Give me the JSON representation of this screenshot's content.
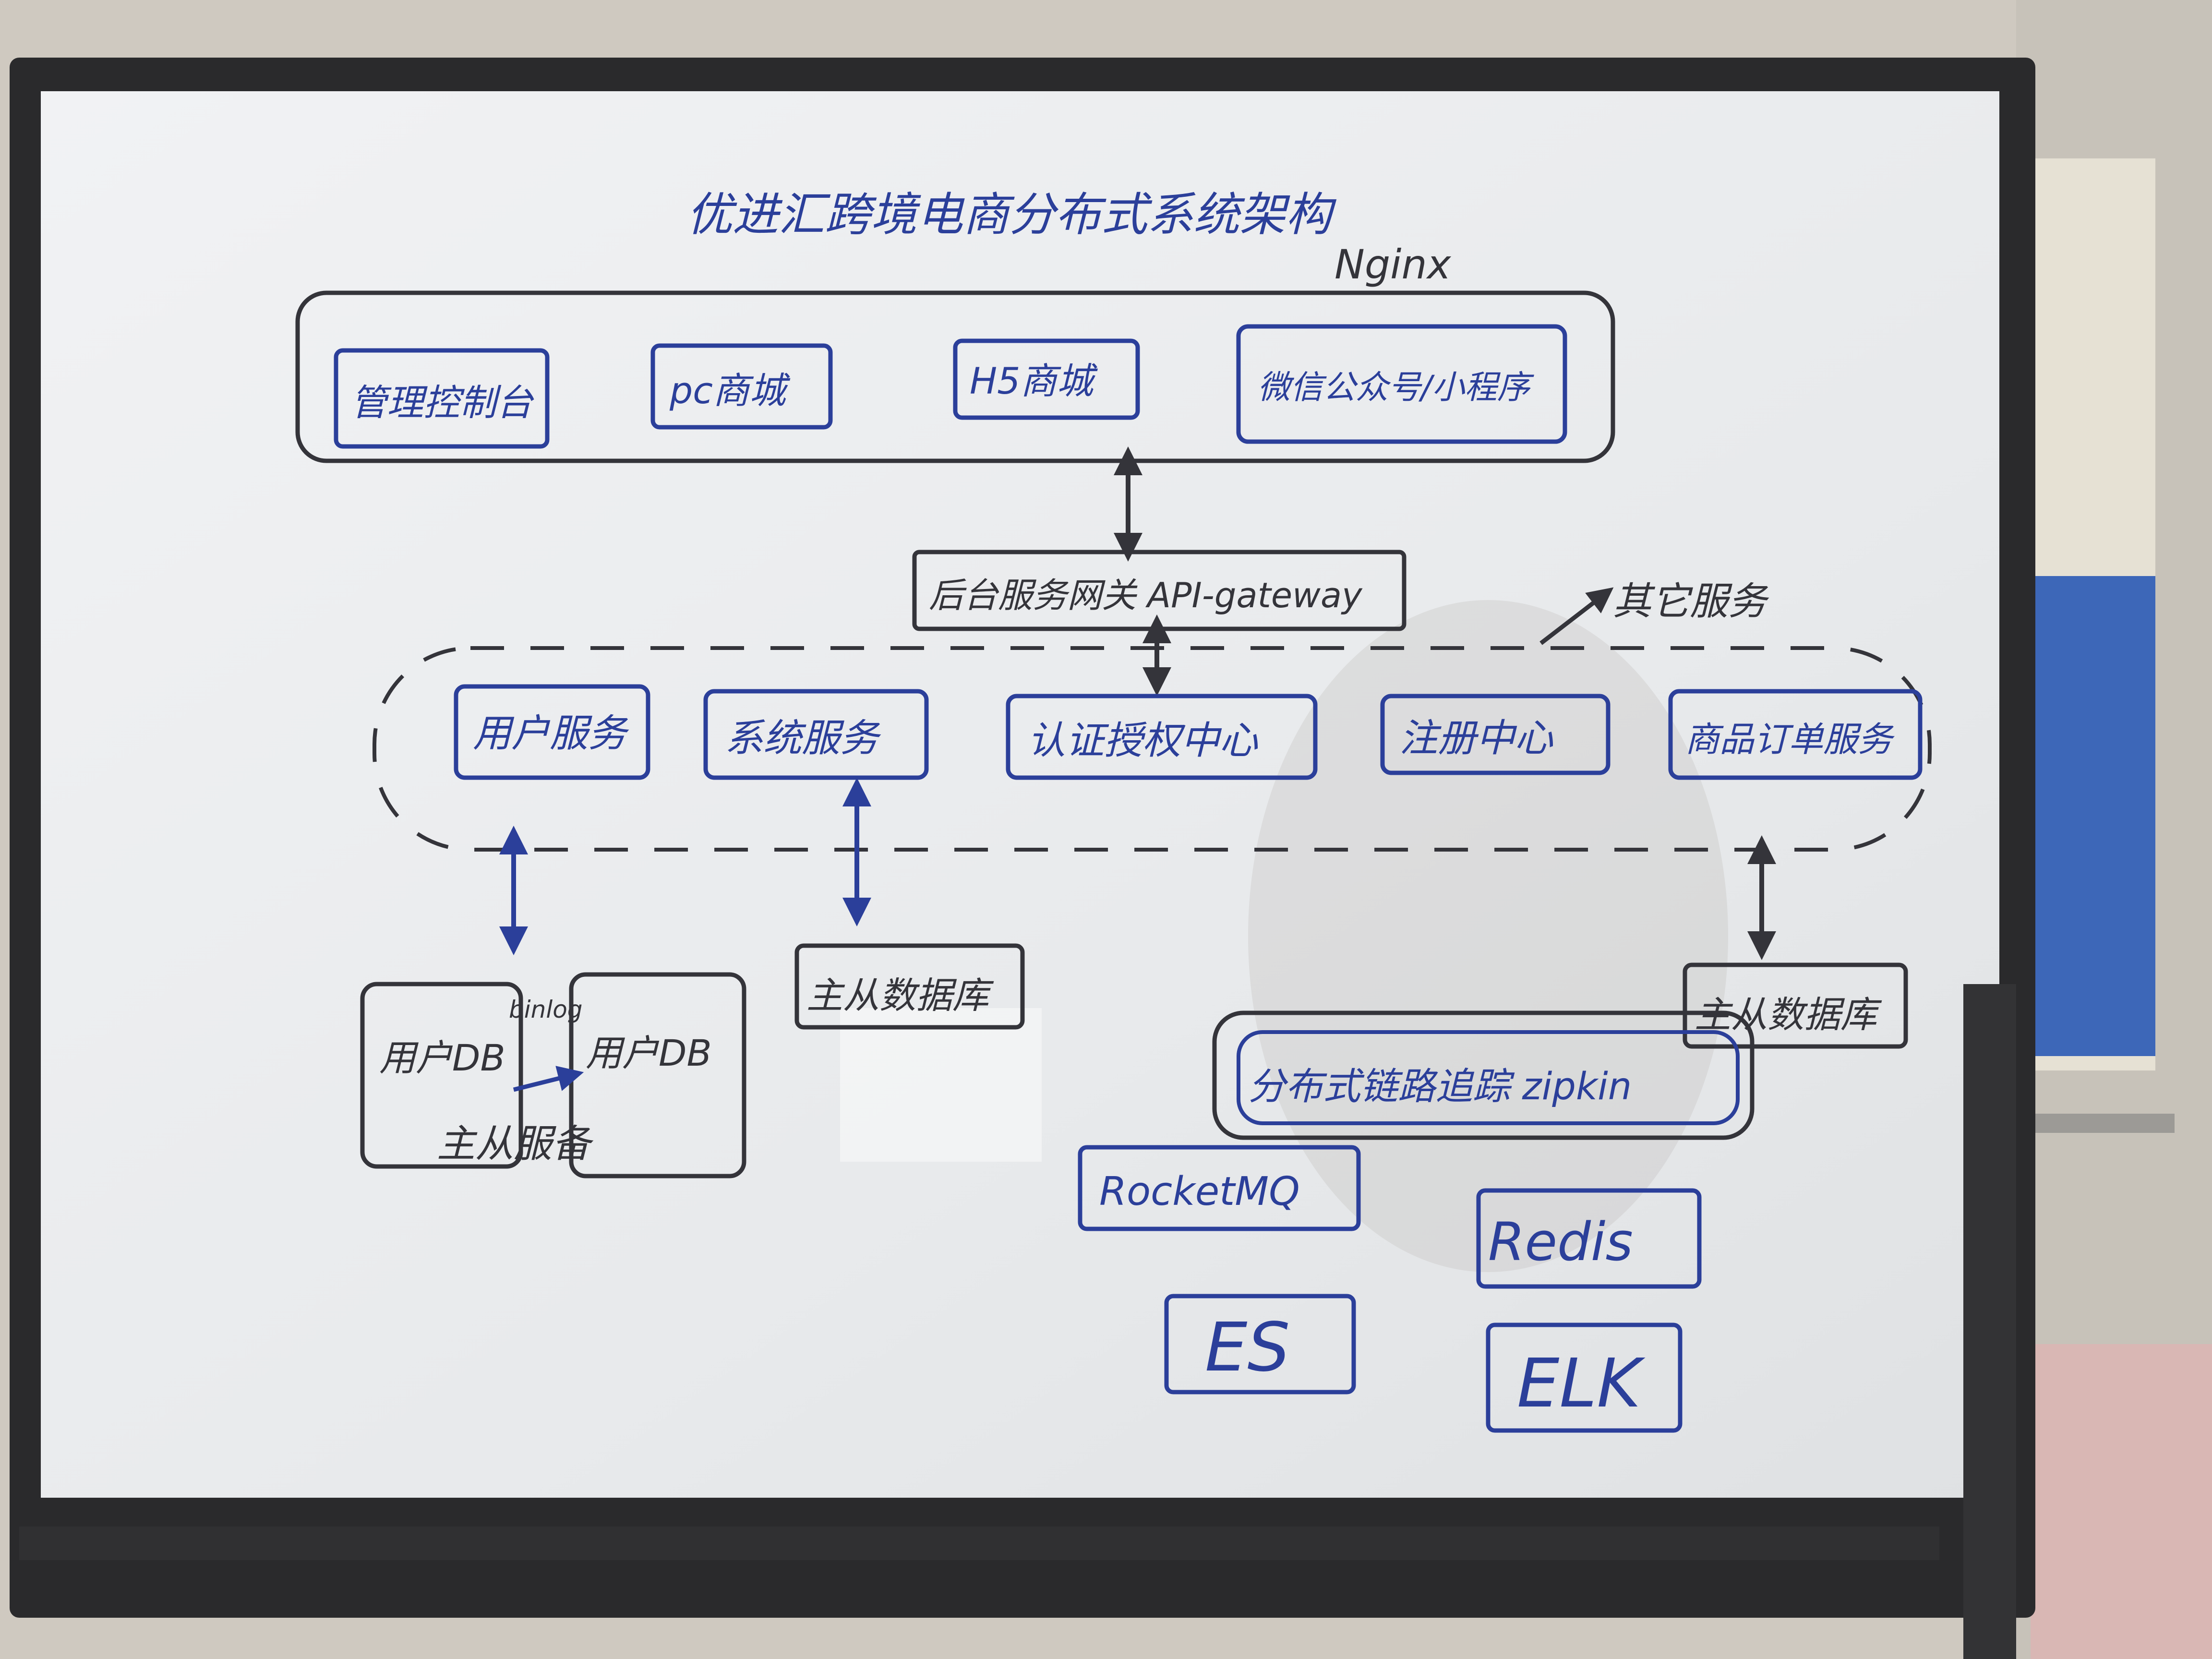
{
  "board": {
    "title": "优进汇跨境电商分布式系统架构",
    "nginx_label": "Nginx",
    "clients": [
      {
        "label": "管理控制台"
      },
      {
        "label": "pc商城"
      },
      {
        "label": "H5商城"
      },
      {
        "label": "微信公众号/小程序"
      }
    ],
    "gateway": "后台服务网关 API-gateway",
    "other_services": "其它服务",
    "services": [
      {
        "label": "用户服务"
      },
      {
        "label": "系统服务"
      },
      {
        "label": "认证授权中心"
      },
      {
        "label": "注册中心"
      },
      {
        "label": "商品订单服务"
      }
    ],
    "db_primary": "用户DB",
    "db_replica": "用户DB",
    "binlog": "binlog",
    "master_slave": "主从服备",
    "sys_db": "主从数据库",
    "order_db": "主从数据库",
    "tracing": "分布式链路追踪 zipkin",
    "middleware": [
      {
        "label": "RocketMQ"
      },
      {
        "label": "Redis"
      },
      {
        "label": "ES"
      },
      {
        "label": "ELK"
      }
    ]
  },
  "colors": {
    "marker_blue": "#2b3f9a",
    "marker_black": "#34343a",
    "board_white": "#eceef0",
    "frame": "#2a2a2c",
    "wall": "#cfc9c0"
  }
}
